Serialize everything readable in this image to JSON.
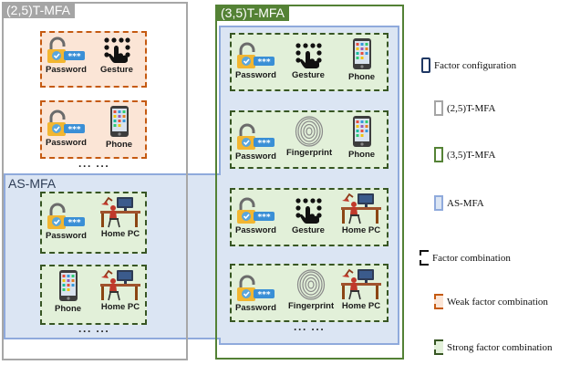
{
  "regions": {
    "t25": "(2,5)T-MFA",
    "t35": "(3,5)T-MFA",
    "asmfa": "AS-MFA"
  },
  "factors": {
    "password": "Password",
    "gesture": "Gesture",
    "phone": "Phone",
    "fingerprint": "Fingerprint",
    "homepc": "Home PC"
  },
  "ellipsis": "··· ···",
  "legend": {
    "factor_configuration": "Factor configuration",
    "t25": "(2,5)T-MFA",
    "t35": "(3,5)T-MFA",
    "asmfa": "AS-MFA",
    "factor_combination": "Factor combination",
    "weak": "Weak factor combination",
    "strong": "Strong factor combination"
  },
  "colors": {
    "t25_frame": "#a5a5a5",
    "t35_frame": "#548235",
    "asmfa_fill": "#dbe5f3",
    "asmfa_border": "#8faadc",
    "weak_border": "#c55a11",
    "weak_fill": "#fbe5d6",
    "strong_border": "#375623",
    "strong_fill": "#e2f0d9",
    "config_border": "#1f3864"
  },
  "icons": [
    "padlock-password-icon",
    "gesture-pattern-icon",
    "smartphone-icon",
    "fingerprint-icon",
    "home-pc-desk-icon"
  ]
}
